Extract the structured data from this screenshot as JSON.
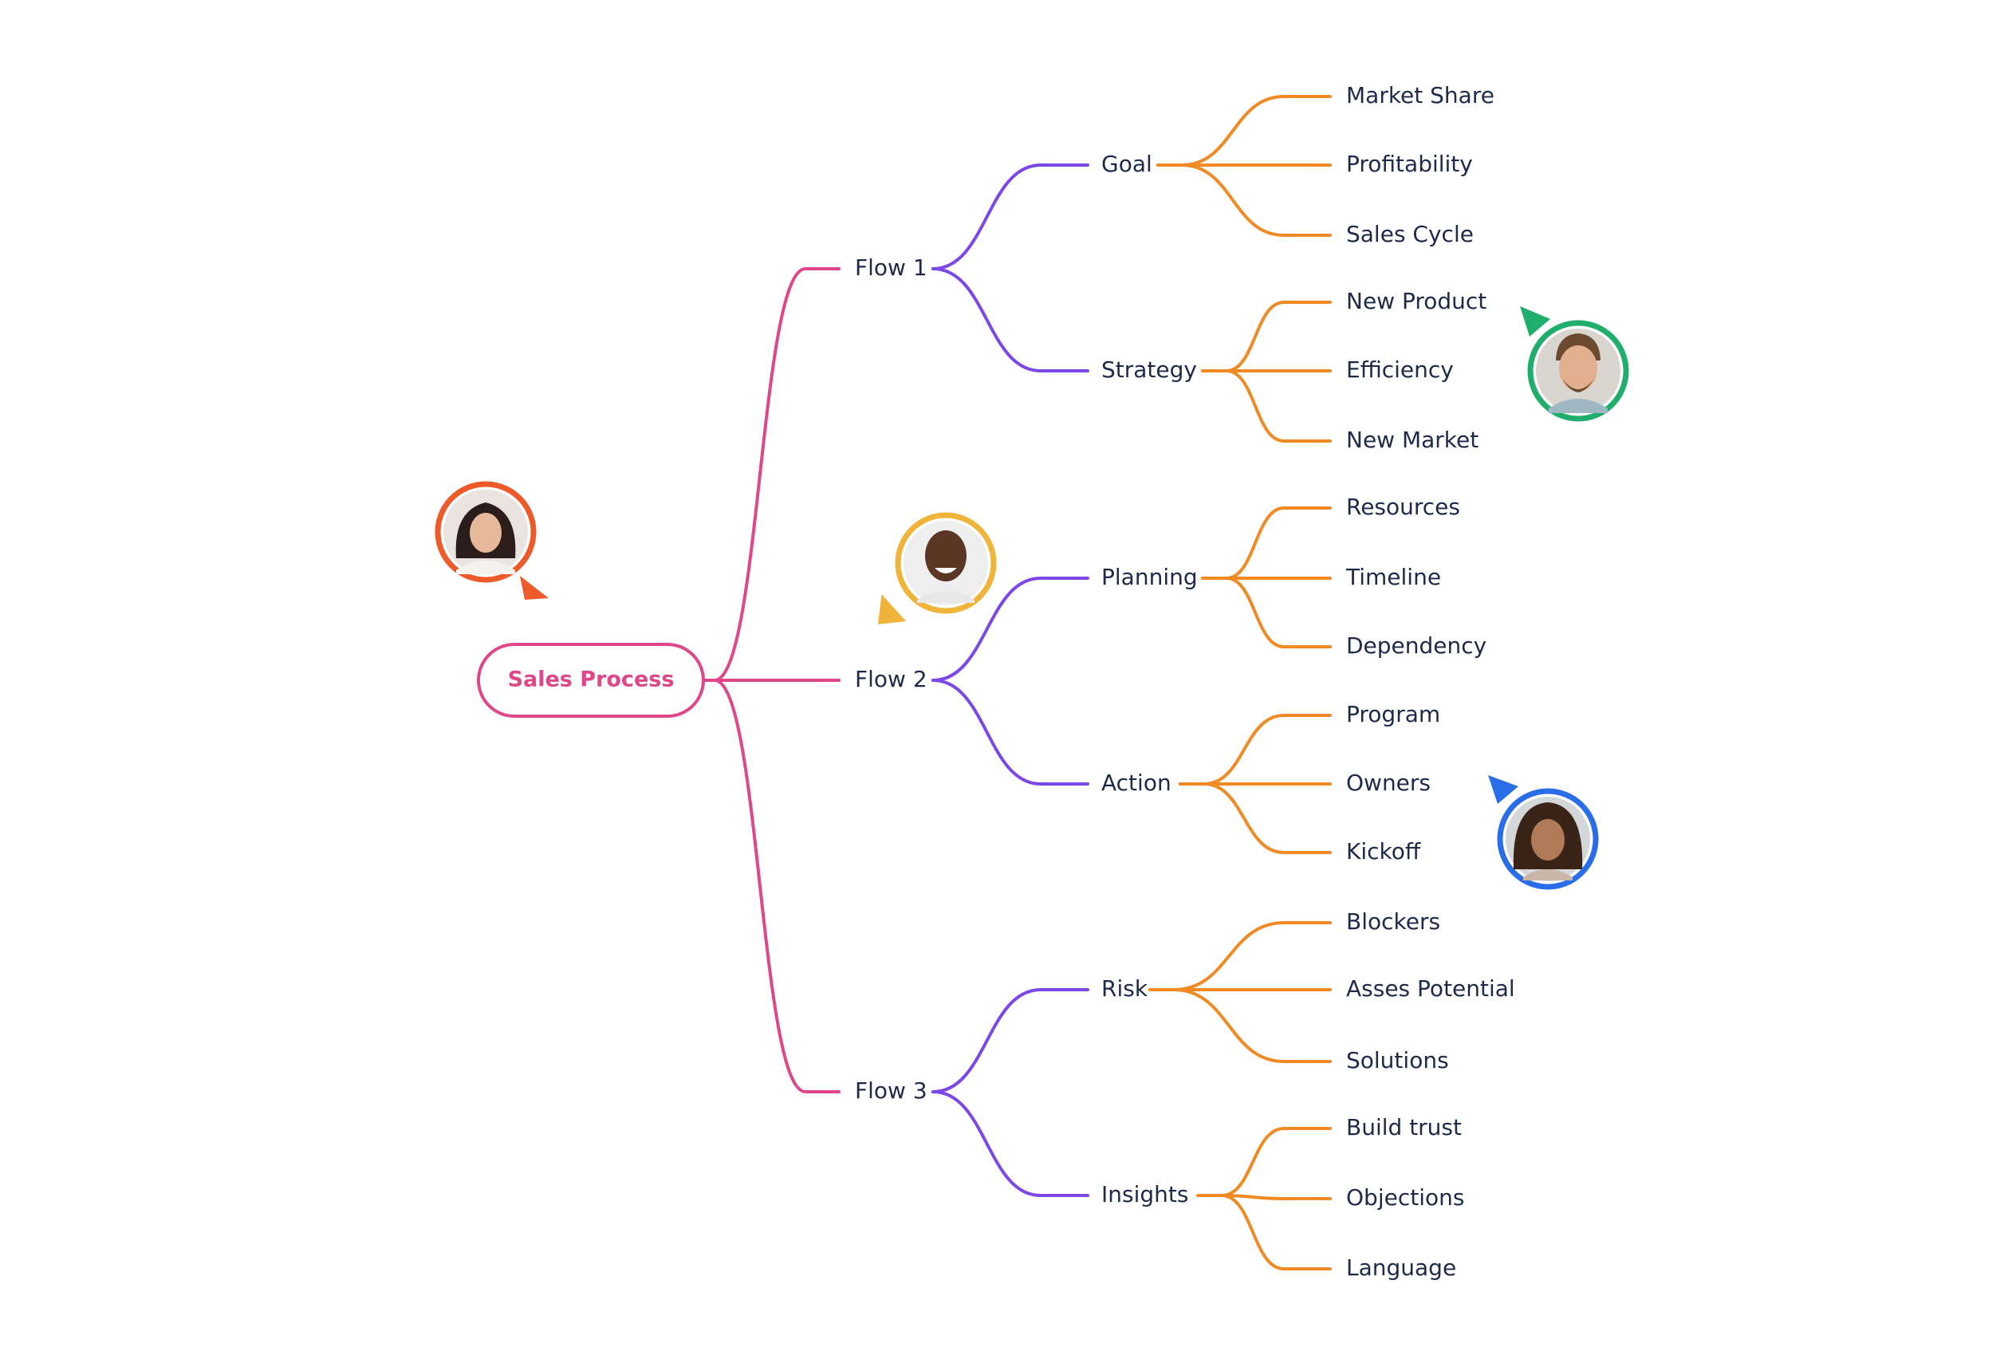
{
  "root": {
    "label": "Sales Process"
  },
  "colors": {
    "root": "#e0468a",
    "level1": "#7b47e6",
    "level2": "#f08a24",
    "text": "#1e2a4a"
  },
  "flows": [
    {
      "label": "Flow 1",
      "children": [
        {
          "label": "Goal",
          "children": [
            "Market Share",
            "Profitability",
            "Sales Cycle"
          ]
        },
        {
          "label": "Strategy",
          "children": [
            "New Product",
            "Efficiency",
            "New Market"
          ]
        }
      ]
    },
    {
      "label": "Flow 2",
      "children": [
        {
          "label": "Planning",
          "children": [
            "Resources",
            "Timeline",
            "Dependency"
          ]
        },
        {
          "label": "Action",
          "children": [
            "Program",
            "Owners",
            "Kickoff"
          ]
        }
      ]
    },
    {
      "label": "Flow 3",
      "children": [
        {
          "label": "Risk",
          "children": [
            "Blockers",
            "Asses Potential",
            "Solutions"
          ]
        },
        {
          "label": "Insights",
          "children": [
            "Build trust",
            "Objections",
            "Language"
          ]
        }
      ]
    }
  ],
  "collaborators": [
    {
      "name": "collaborator-1",
      "color": "#ee5a2a",
      "pointer": "down-right"
    },
    {
      "name": "collaborator-2",
      "color": "#f0b43a",
      "pointer": "down-left"
    },
    {
      "name": "collaborator-3",
      "color": "#1fae6c",
      "pointer": "up-left"
    },
    {
      "name": "collaborator-4",
      "color": "#2a6de8",
      "pointer": "up-left"
    }
  ]
}
